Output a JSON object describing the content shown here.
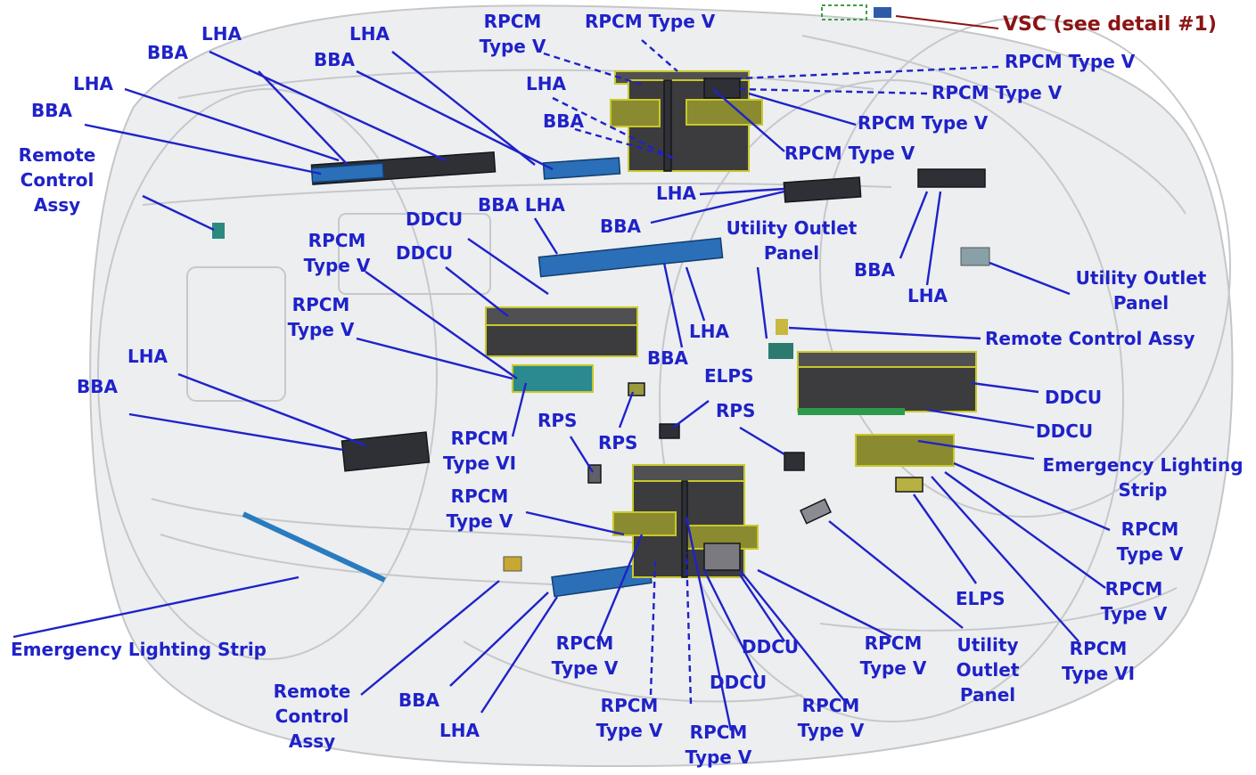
{
  "labels": {
    "vsc": "VSC (see detail #1)",
    "rpcm_v_top_left": [
      "RPCM",
      "Type V"
    ],
    "rpcm_v_top": "RPCM Type V",
    "rpcm_v_r1": "RPCM Type V",
    "rpcm_v_r2": "RPCM Type V",
    "rpcm_v_r3": "RPCM Type V",
    "rpcm_v_r4": "RPCM Type V",
    "lha_1": "LHA",
    "lha_2": "LHA",
    "bba_1": "BBA",
    "bba_2": "BBA",
    "lha_3": "LHA",
    "bba_3": "BBA",
    "lha_top_mid": "LHA",
    "bba_top_mid": "BBA",
    "remote_control_left": [
      "Remote",
      "Control",
      "Assy"
    ],
    "bba_lha_mid": "BBA LHA",
    "ddcu_1": "DDCU",
    "ddcu_2": "DDCU",
    "lha_mid": "LHA",
    "bba_mid": "BBA",
    "utility_outlet_mid": [
      "Utility Outlet",
      "Panel"
    ],
    "bba_right": "BBA",
    "lha_right": "LHA",
    "utility_outlet_right": [
      "Utility Outlet",
      "Panel"
    ],
    "rpcm_v_left1": [
      "RPCM",
      "Type V"
    ],
    "rpcm_v_left2": [
      "RPCM",
      "Type V"
    ],
    "remote_control_right": "Remote Control Assy",
    "lha_center": "LHA",
    "bba_center": "BBA",
    "lha_left_low": "LHA",
    "bba_left_low": "BBA",
    "elps_1": "ELPS",
    "rps_1": "RPS",
    "rps_2": "RPS",
    "rps_3": "RPS",
    "ddcu_r1": "DDCU",
    "ddcu_r2": "DDCU",
    "rpcm_vi_left": [
      "RPCM",
      "Type VI"
    ],
    "emergency_right": [
      "Emergency Lighting",
      "Strip"
    ],
    "rpcm_v_left3": [
      "RPCM",
      "Type V"
    ],
    "rpcm_v_r5": [
      "RPCM",
      "Type V"
    ],
    "rpcm_v_r6": [
      "RPCM",
      "Type V"
    ],
    "elps_2": "ELPS",
    "emergency_left": "Emergency Lighting Strip",
    "rpcm_v_b1": [
      "RPCM",
      "Type V"
    ],
    "ddcu_b1": "DDCU",
    "rpcm_v_b2": [
      "RPCM",
      "Type V"
    ],
    "utility_outlet_bottom": [
      "Utility",
      "Outlet",
      "Panel"
    ],
    "rpcm_vi_right": [
      "RPCM",
      "Type VI"
    ],
    "remote_control_bottom": [
      "Remote",
      "Control",
      "Assy"
    ],
    "bba_bottom": "BBA",
    "ddcu_b2": "DDCU",
    "lha_bottom": "LHA",
    "rpcm_v_b3": [
      "RPCM",
      "Type V"
    ],
    "rpcm_v_b4": [
      "RPCM",
      "Type V"
    ],
    "rpcm_v_b5": [
      "RPCM",
      "Type V"
    ]
  },
  "colors": {
    "label": "#1f22c8",
    "callout_vsc": "#8b1414",
    "equipment_box": "#3c3c3e",
    "equipment_edge": "#c8c82a",
    "light_strip": "#2a6fb8",
    "module_shell": "#c6c8cc"
  }
}
